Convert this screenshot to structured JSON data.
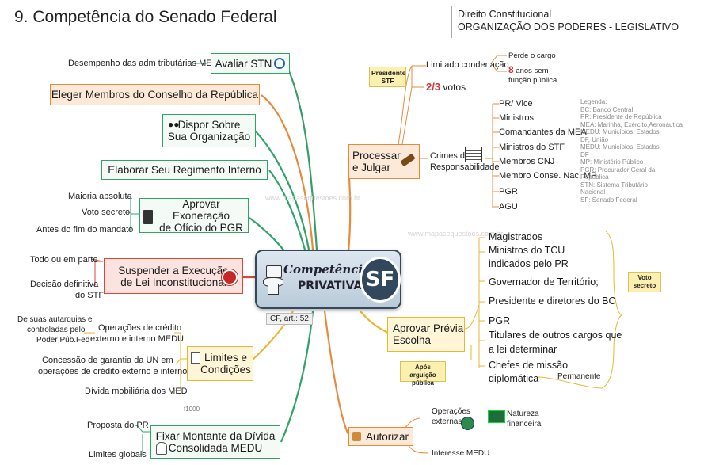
{
  "header": {
    "title": "9. Competência do Senado Federal",
    "subject": "Direito Constitucional",
    "topic": "ORGANIZAÇÃO DOS PODERES - LEGISLATIVO"
  },
  "center": {
    "line1": "Competência",
    "line2": "PRIVATIVA",
    "badge": "SF",
    "ref": "CF, art.: 52"
  },
  "left": {
    "avaliar": {
      "label": "Avaliar STN",
      "detail": "Desempenho das adm tributárias MEDU"
    },
    "eleger": {
      "label": "Eleger Membros do Conselho da República"
    },
    "dispor": {
      "line1": "Dispor Sobre",
      "line2": "Sua Organização"
    },
    "elaborar": {
      "label": "Elaborar Seu Regimento Interno"
    },
    "exoneracao": {
      "line1": "Aprovar Exoneração",
      "line2": "de Ofício do PGR",
      "items": [
        "Maioria absoluta",
        "Voto secreto",
        "Antes do fim do mandato"
      ]
    },
    "suspender": {
      "line1": "Suspender a Execução",
      "line2": "de Lei Inconstitucional",
      "items": [
        "Todo ou em parte",
        "Decisão definitiva",
        "do STF"
      ]
    },
    "limites": {
      "line1": "Limites e",
      "line2": "Condições",
      "op1": {
        "line1": "Operações de crédito",
        "line2": "externo e interno MEDU"
      },
      "op1sub": [
        "De suas autarquias e",
        "controladas pelo",
        "Poder Púb.Fed"
      ],
      "op2": [
        "Concessão de garantia da UN em",
        "operações de crédito externo e interno"
      ],
      "op3": "Dívida mobiliária dos MED"
    },
    "fixar": {
      "line1": "Fixar Montante da Dívida",
      "line2": "Consolidada MEDU",
      "items": [
        "Proposta do PR",
        "Limites globais"
      ]
    },
    "footnote": "f1000"
  },
  "right": {
    "processar": {
      "line1": "Processar",
      "line2": "e Julgar",
      "presidente": [
        "Presidente",
        "STF"
      ],
      "limitado": "Limitado condenação",
      "perde": "Perde o cargo",
      "anos": {
        "num": "8",
        "line1": "anos sem",
        "line2": "função pública"
      },
      "votos": {
        "frac": "2/3",
        "word": "votos"
      },
      "crimes": [
        "Crimes de",
        "Responsabilidade"
      ],
      "autoridades": [
        "PR/ Vice",
        "Ministros",
        "Comandantes da MEA",
        "Ministros do STF",
        "Membros CNJ",
        "Membro Conse. Nac. MP",
        "PGR",
        "AGU"
      ]
    },
    "legend": "Legenda:\nBC: Banco Central\nPR: Presidente de República\nMEA: Marinha, Exército,Aeronáutica\nMEDU: Municípios, Estados,\nDF, União\nMEDU: Municípios, Estados,\nDF\nMP: Ministério Público\nPGR: Procurador Geral da\nRepública\nSTN: Sistema Tributário\nNacional\nSF: Senado Federal",
    "aprovar": {
      "line1": "Aprovar Prévia",
      "line2": "Escolha",
      "items": [
        "Magistrados",
        "Ministros do TCU",
        "indicados pelo PR",
        "Governador de Território;",
        "Presidente e diretores do BC",
        "PGR",
        "Titulares de outros cargos que",
        "a lei determinar",
        "Chefes de missão",
        "diplomática"
      ],
      "voto": [
        "Voto",
        "secreto"
      ],
      "arguicao": [
        "Após arguição",
        "pública"
      ],
      "permanente": "Permanente"
    },
    "autorizar": {
      "label": "Autorizar",
      "op": [
        "Operações",
        "externas"
      ],
      "natureza": [
        "Natureza",
        "financeira"
      ],
      "interesse": "Interesse MEDU"
    }
  },
  "watermark": "www.mapasequestoes.com.br",
  "colors": {
    "green": "#2fa36a",
    "orange": "#e88a3c",
    "red": "#d9473a",
    "yellow": "#e8b830",
    "center": "#34485c"
  }
}
